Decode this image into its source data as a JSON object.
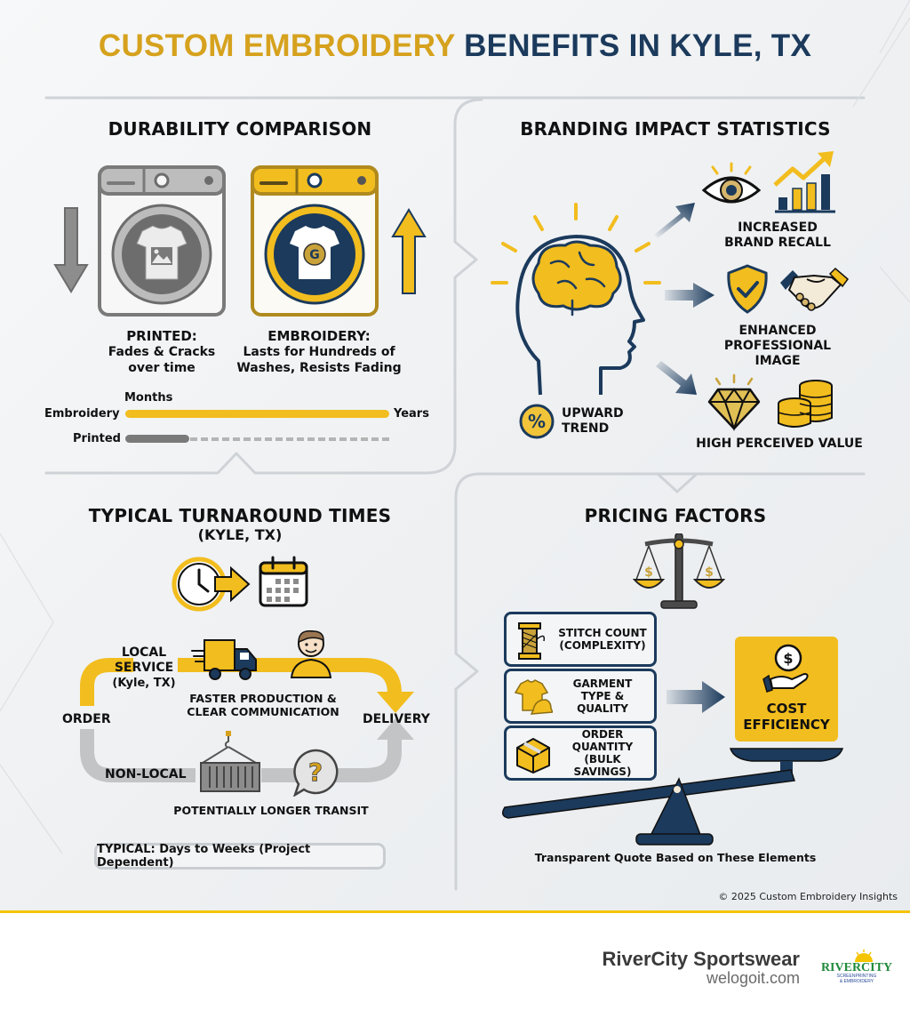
{
  "title": {
    "part1": "CUSTOM EMBROIDERY",
    "part2": "BENEFITS IN KYLE, TX"
  },
  "colors": {
    "gold": "#d6a21e",
    "yellow": "#f2bd1e",
    "navy": "#1b3a5c",
    "gray": "#7a7a7a",
    "divider": "#cfd3d7"
  },
  "durability": {
    "title": "DURABILITY COMPARISON",
    "printed": {
      "label": "PRINTED:",
      "desc_line1": "Fades & Cracks",
      "desc_line2": "over time",
      "icon": "washing-machine-printed-shirt-icon",
      "arrow": "arrow-down-icon"
    },
    "embroidery": {
      "label": "EMBROIDERY:",
      "desc_line1": "Lasts for Hundreds of",
      "desc_line2": "Washes, Resists Fading",
      "icon": "washing-machine-embroidered-shirt-icon",
      "arrow": "arrow-up-icon"
    },
    "timeline": {
      "start_label": "Months",
      "end_label": "Years",
      "rows": [
        {
          "label": "Embroidery",
          "style": "solid-full",
          "color": "#f2bd1e"
        },
        {
          "label": "Printed",
          "style": "short-then-dashed",
          "color": "#7a7a7a"
        }
      ]
    }
  },
  "branding": {
    "title": "BRANDING IMPACT STATISTICS",
    "center_icon": "head-brain-icon",
    "badge": {
      "icon": "percent-icon",
      "line1": "UPWARD",
      "line2": "TREND"
    },
    "items": [
      {
        "line1": "INCREASED",
        "line2": "BRAND RECALL",
        "icons": [
          "eye-icon",
          "bar-chart-up-icon"
        ]
      },
      {
        "line1": "ENHANCED",
        "line2": "PROFESSIONAL",
        "line3": "IMAGE",
        "icons": [
          "shield-check-icon",
          "handshake-icon"
        ]
      },
      {
        "line1": "HIGH PERCEIVED VALUE",
        "icons": [
          "diamond-icon",
          "coins-icon"
        ]
      }
    ]
  },
  "turnaround": {
    "title": "TYPICAL TURNAROUND TIMES",
    "subtitle": "(KYLE, TX)",
    "header_icons": [
      "clock-icon",
      "calendar-icon"
    ],
    "order_label": "ORDER",
    "delivery_label": "DELIVERY",
    "local": {
      "line1": "LOCAL",
      "line2": "SERVICE",
      "line3": "(Kyle, TX)",
      "note_line1": "FASTER PRODUCTION &",
      "note_line2": "CLEAR COMMUNICATION",
      "icons": [
        "truck-icon",
        "person-icon"
      ]
    },
    "nonlocal": {
      "label": "NON-LOCAL",
      "note": "POTENTIALLY LONGER TRANSIT",
      "icons": [
        "shipping-container-icon",
        "question-bubble-icon"
      ]
    },
    "typical": "TYPICAL: Days to Weeks (Project Dependent)"
  },
  "pricing": {
    "title": "PRICING FACTORS",
    "header_icon": "scales-dollar-icon",
    "factors": [
      {
        "line1": "STITCH COUNT",
        "line2": "(COMPLEXITY)",
        "icon": "thread-spool-icon"
      },
      {
        "line1": "GARMENT",
        "line2": "TYPE &",
        "line3": "QUALITY",
        "icon": "shirt-cap-icon"
      },
      {
        "line1": "ORDER",
        "line2": "QUANTITY",
        "line3": "(BULK SAVINGS)",
        "icon": "box-icon"
      }
    ],
    "result": {
      "line1": "COST",
      "line2": "EFFICIENCY",
      "icon": "hand-coin-icon"
    },
    "caption": "Transparent Quote Based on These Elements"
  },
  "copyright": "© 2025 Custom Embroidery Insights",
  "footer": {
    "brand": "RiverCity Sportswear",
    "site": "welogoit.com",
    "logo_text": "RIVERCITY",
    "logo_sub1": "SCREENPRINTING",
    "logo_sub2": "& EMBROIDERY"
  }
}
